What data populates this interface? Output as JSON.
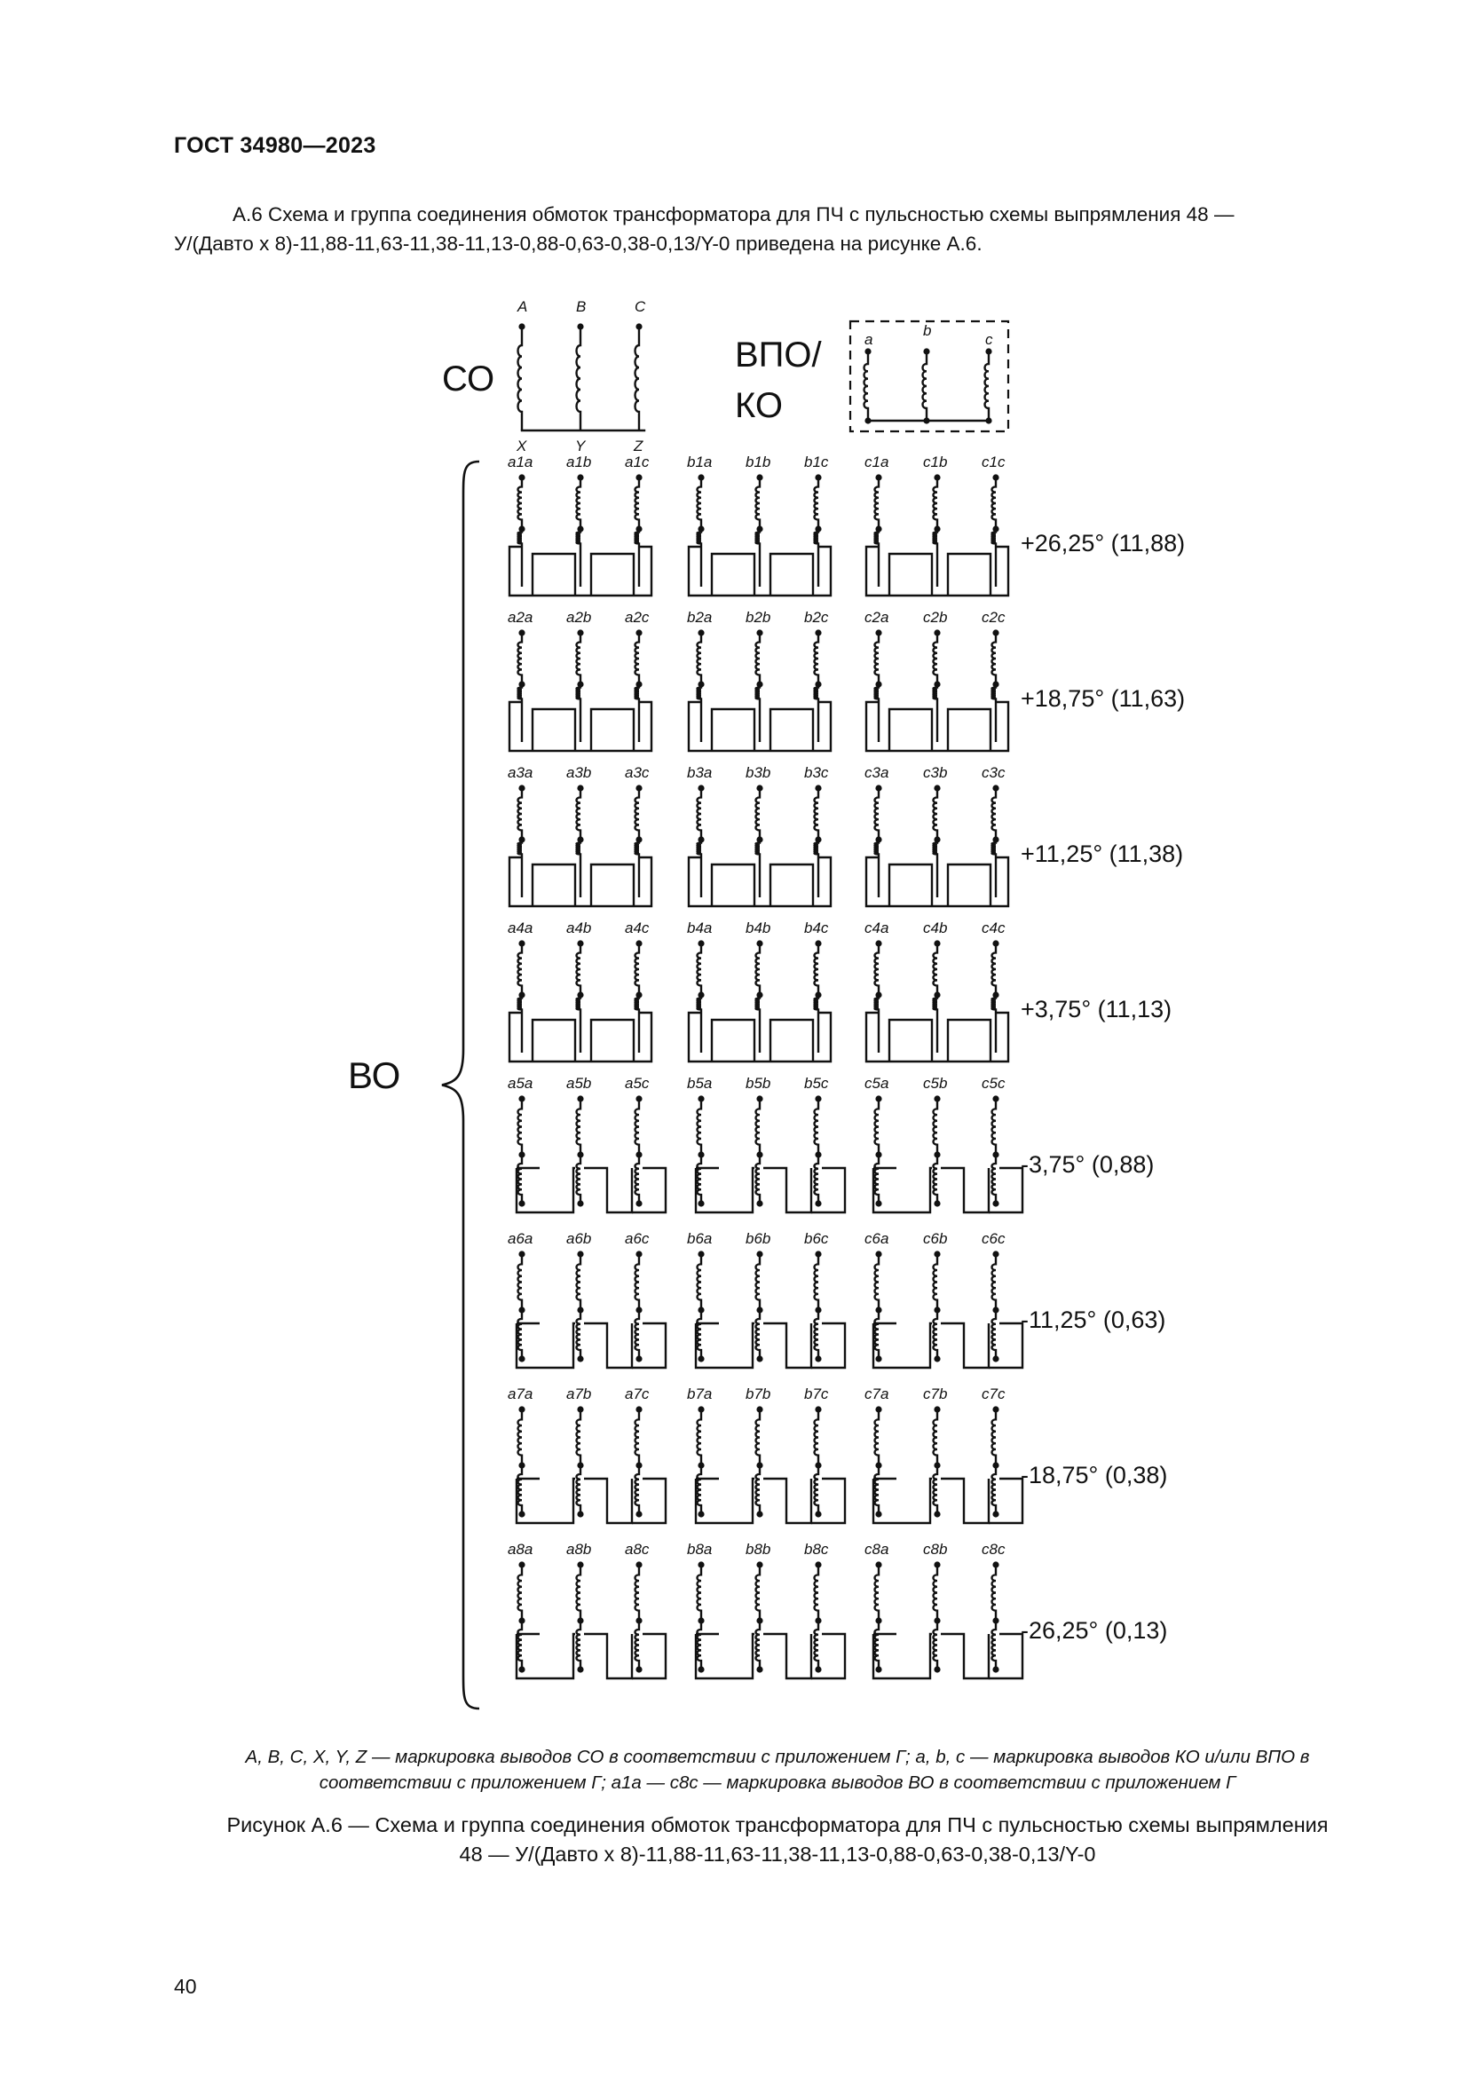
{
  "header": "ГОСТ 34980—2023",
  "paragraph": {
    "line1": "А.6 Схема и группа соединения обмоток трансформатора для ПЧ с пульсностью схемы выпрямления 48 —",
    "line2": "У/(Давто х 8)-11,88-11,63-11,38-11,13-0,88-0,63-0,38-0,13/Y-0 приведена на рисунке А.6."
  },
  "diagram": {
    "co_label": "СО",
    "vpo_label_line1": "ВПО/",
    "vpo_label_line2": "КО",
    "vo_label": "ВО",
    "co_top_terminals": [
      "A",
      "B",
      "C"
    ],
    "co_bottom_terminals": [
      "X",
      "Y",
      "Z"
    ],
    "vpo_terminals": [
      "a",
      "b",
      "c"
    ],
    "groups": [
      {
        "angle": "+26,25° (11,88)",
        "connection": "polygon-a",
        "labels": [
          [
            "a1a",
            "a1b",
            "a1c"
          ],
          [
            "b1a",
            "b1b",
            "b1c"
          ],
          [
            "c1a",
            "c1b",
            "c1c"
          ]
        ]
      },
      {
        "angle": "+18,75° (11,63)",
        "connection": "polygon-a",
        "labels": [
          [
            "a2a",
            "a2b",
            "a2c"
          ],
          [
            "b2a",
            "b2b",
            "b2c"
          ],
          [
            "c2a",
            "c2b",
            "c2c"
          ]
        ]
      },
      {
        "angle": "+11,25° (11,38)",
        "connection": "polygon-a",
        "labels": [
          [
            "a3a",
            "a3b",
            "a3c"
          ],
          [
            "b3a",
            "b3b",
            "b3c"
          ],
          [
            "c3a",
            "c3b",
            "c3c"
          ]
        ]
      },
      {
        "angle": "+3,75° (11,13)",
        "connection": "polygon-a",
        "labels": [
          [
            "a4a",
            "a4b",
            "a4c"
          ],
          [
            "b4a",
            "b4b",
            "b4c"
          ],
          [
            "c4a",
            "c4b",
            "c4c"
          ]
        ]
      },
      {
        "angle": "-3,75° (0,88)",
        "connection": "polygon-b",
        "labels": [
          [
            "a5a",
            "a5b",
            "a5c"
          ],
          [
            "b5a",
            "b5b",
            "b5c"
          ],
          [
            "c5a",
            "c5b",
            "c5c"
          ]
        ]
      },
      {
        "angle": "-11,25° (0,63)",
        "connection": "polygon-b",
        "labels": [
          [
            "a6a",
            "a6b",
            "a6c"
          ],
          [
            "b6a",
            "b6b",
            "b6c"
          ],
          [
            "c6a",
            "c6b",
            "c6c"
          ]
        ]
      },
      {
        "angle": "-18,75° (0,38)",
        "connection": "polygon-b",
        "labels": [
          [
            "a7a",
            "a7b",
            "a7c"
          ],
          [
            "b7a",
            "b7b",
            "b7c"
          ],
          [
            "c7a",
            "c7b",
            "c7c"
          ]
        ]
      },
      {
        "angle": "-26,25° (0,13)",
        "connection": "polygon-b",
        "labels": [
          [
            "a8a",
            "a8b",
            "a8c"
          ],
          [
            "b8a",
            "b8b",
            "b8c"
          ],
          [
            "c8a",
            "c8b",
            "c8c"
          ]
        ]
      }
    ]
  },
  "note": {
    "line1": "A, B, C, X, Y, Z — маркировка выводов СО в соответствии с приложением Г; a, b, c — маркировка выводов КО и/или ВПО в",
    "line2": "соответствии с приложением Г; a1a — c8c — маркировка выводов ВО в соответствии с приложением Г"
  },
  "caption": {
    "line1": "Рисунок А.6 — Схема и группа соединения обмоток трансформатора для ПЧ с пульсностью схемы выпрямления",
    "line2": "48 — У/(Давто х 8)-11,88-11,63-11,38-11,13-0,88-0,63-0,38-0,13/Y-0"
  },
  "page_number": "40"
}
